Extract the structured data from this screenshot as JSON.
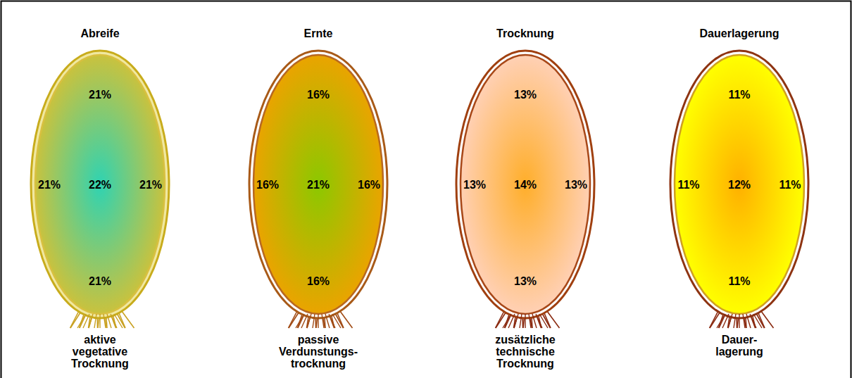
{
  "diagram": {
    "nodes": [
      {
        "text": [
          "Abreife",
          "21%",
          "21%",
          "22%",
          "21%",
          "21%",
          "aktive vegetative Trocknung"
        ]
      },
      {
        "text": [
          "Ernte",
          "16%",
          "16%",
          "21%",
          "16%",
          "16%",
          "passive Verdunstungs- trocknung"
        ]
      },
      {
        "text": [
          "Trocknung",
          "13%",
          "13%",
          "14%",
          "13%",
          "13%",
          "zusätzliche technische Trocknung"
        ]
      },
      {
        "text": [
          "Dauerlagerung",
          "11%",
          "11%",
          "12%",
          "11%",
          "11%",
          "Dauer- lagerung"
        ]
      }
    ]
  }
}
